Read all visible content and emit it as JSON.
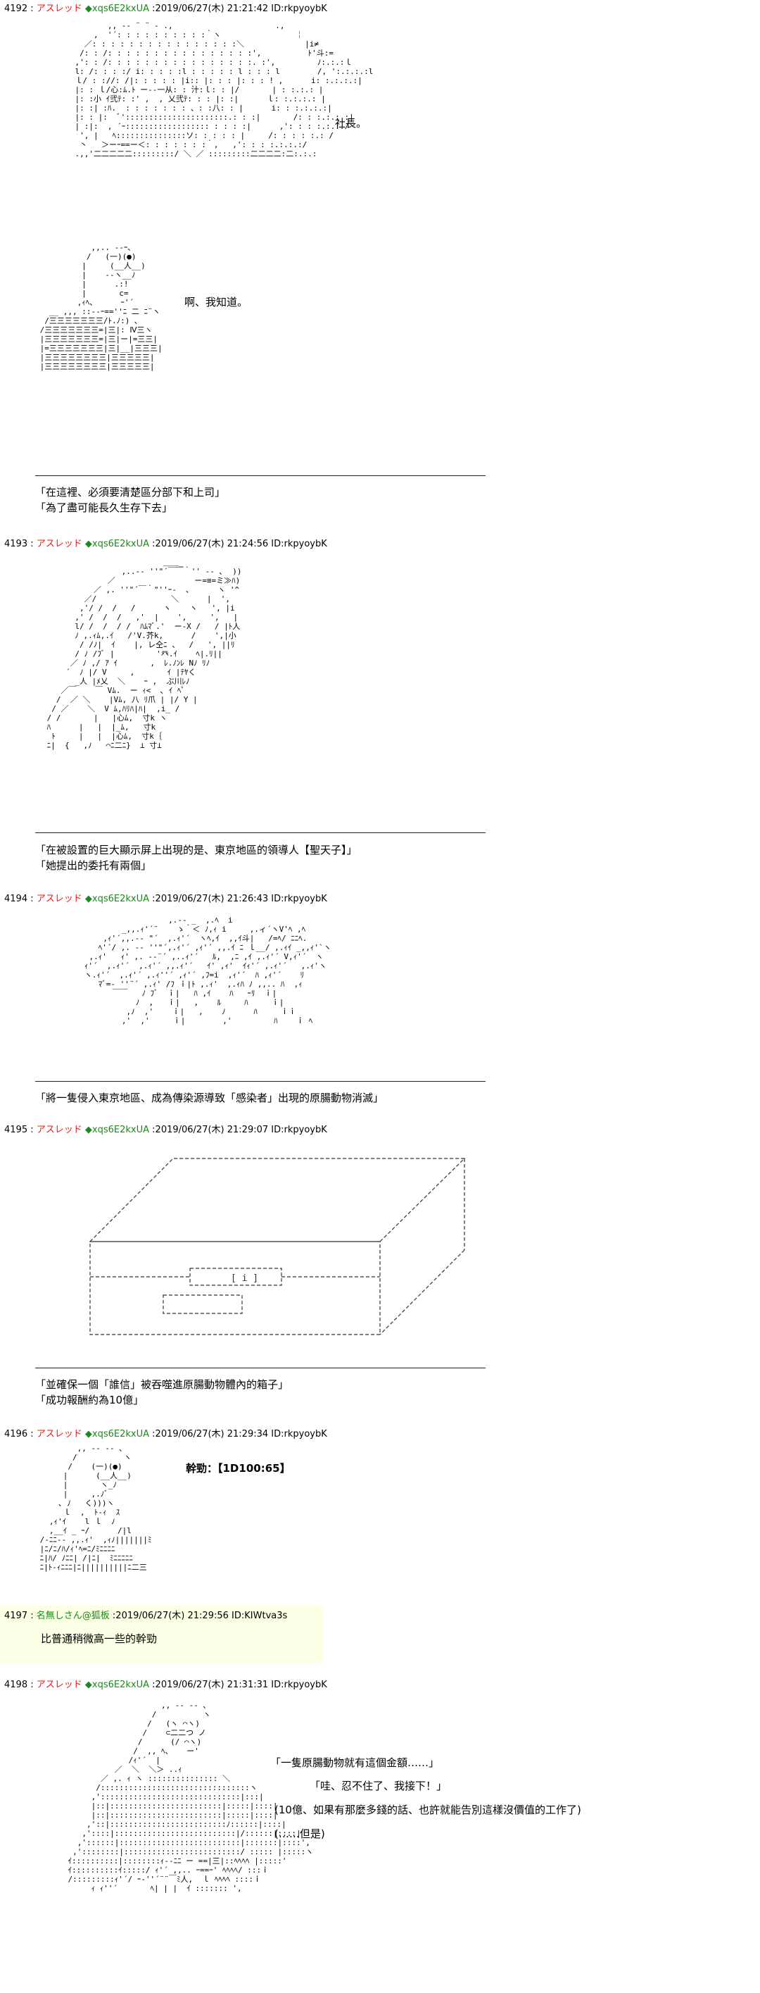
{
  "posts": [
    {
      "num": "4192",
      "name": "アスレッド",
      "trip": "◆xqs6E2kxUA",
      "date": "2019/06/27(木) 21:21:42",
      "id": "ID:rkpyoybK",
      "speech": [
        "社長。",
        "啊、我知道。"
      ],
      "captions": [
        "「在這裡、必須要清楚區分部下和上司」",
        "「為了盡可能長久生存下去」"
      ]
    },
    {
      "num": "4193",
      "name": "アスレッド",
      "trip": "◆xqs6E2kxUA",
      "date": "2019/06/27(木) 21:24:56",
      "id": "ID:rkpyoybK",
      "captions": [
        "「在被設置的巨大顯示屏上出現的是、東京地區的領導人【聖天子】」",
        "「她提出的委托有兩個」"
      ]
    },
    {
      "num": "4194",
      "name": "アスレッド",
      "trip": "◆xqs6E2kxUA",
      "date": "2019/06/27(木) 21:26:43",
      "id": "ID:rkpyoybK",
      "captions": [
        "「將一隻侵入東京地區、成為傳染源導致「感染者」出現的原腸動物消滅」"
      ]
    },
    {
      "num": "4195",
      "name": "アスレッド",
      "trip": "◆xqs6E2kxUA",
      "date": "2019/06/27(木) 21:29:07",
      "id": "ID:rkpyoybK",
      "captions": [
        "「並確保一個「誰信」被吞噬進原腸動物體內的箱子」",
        "「成功報酬約為10億」"
      ]
    },
    {
      "num": "4196",
      "name": "アスレッド",
      "trip": "◆xqs6E2kxUA",
      "date": "2019/06/27(木) 21:29:34",
      "id": "ID:rkpyoybK",
      "speech": [
        "幹勁：【1D100:65】"
      ]
    },
    {
      "num": "4197",
      "name": "名無しさん@狐板",
      "date": "2019/06/27(木) 21:29:56",
      "id": "ID:KIWtva3s",
      "body": "比普通稍微高一些的幹勁"
    },
    {
      "num": "4198",
      "name": "アスレッド",
      "trip": "◆xqs6E2kxUA",
      "date": "2019/06/27(木) 21:31:31",
      "id": "ID:rkpyoybK",
      "speech": [
        "「一隻原腸動物就有這個金額……」",
        "「哇、忍不住了、我接下！」",
        "(10億、如果有那麼多錢的話、也許就能告別這樣沒價值的工作了)",
        "(……但是)"
      ]
    }
  ]
}
